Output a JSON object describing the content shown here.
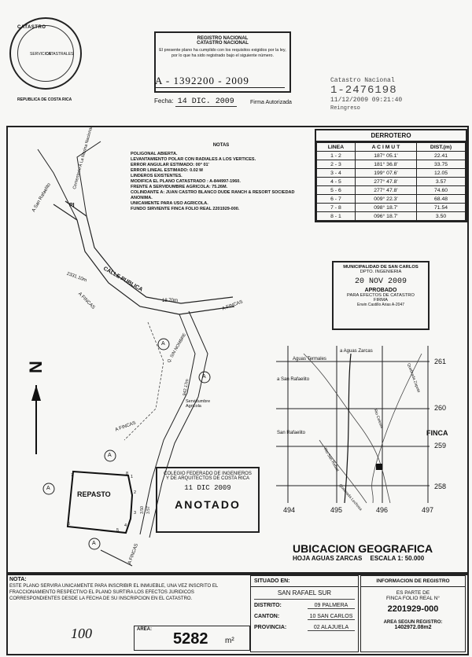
{
  "seal": {
    "top_text": "CATASTRO",
    "services": "SERVICIOS",
    "catastrales": "CATASTRALES",
    "bottom_text": "REPUBLICA DE COSTA RICA"
  },
  "registro": {
    "title1": "REGISTRO NACIONAL",
    "title2": "CATASTRO NACIONAL",
    "body": "El presente plano ha cumplido con los requisitos exigidos por la ley, por lo que ha sido registrado bajo el siguiente número.",
    "number": "A - 1392200 - 2009",
    "fecha_label": "Fecha:",
    "fecha": "14 DIC. 2009",
    "firma": "Firma Autorizada"
  },
  "catastro_stamp": {
    "line1": "Catastro Nacional",
    "line2": "1-2476198",
    "line3": "11/12/2009 09:21:40",
    "line4": "Reingreso"
  },
  "notas": {
    "header": "NOTAS",
    "items": [
      "POLIGONAL ABIERTA.",
      "LEVANTAMIENTO POLAR CON RADIALES A LOS VERTICES.",
      "ERROR ANGULAR ESTIMADO: 00° 01'",
      "ERROR LINEAL ESTIMADO: 0.02 m",
      "LINDEROS EXISTENTES.",
      "MODIFICA EL PLANO CATASTRADO : A-844997-1960.",
      "FRENTE A SERVIDUMBRE AGRICOLA: 75.26m.",
      "COLINDANTE A: JUAN CASTRO BLANCO DUDE RANCH & RESORT SOCIEDAD ANONIMA.",
      "UNICAMENTE PARA USO AGRICOLA.",
      "FUNDO SIRVIENTE FINCA FOLIO REAL 2201929-000."
    ]
  },
  "derrotero": {
    "title": "DERROTERO",
    "headers": [
      "LINEA",
      "A C I M U T",
      "DIST.(m)"
    ],
    "rows": [
      [
        "1 - 2",
        "187° 05.1'",
        "22.41"
      ],
      [
        "2 - 3",
        "181° 36.8'",
        "33.75"
      ],
      [
        "3 - 4",
        "199° 07.6'",
        "12.05"
      ],
      [
        "4 - 5",
        "277° 47.8'",
        "3.57"
      ],
      [
        "5 - 6",
        "277° 47.8'",
        "74.60"
      ],
      [
        "6 - 7",
        "009° 22.3'",
        "68.48"
      ],
      [
        "7 - 8",
        "098° 18.7'",
        "71.54"
      ],
      [
        "8 - 1",
        "096° 18.7'",
        "3.50"
      ]
    ]
  },
  "muni": {
    "line1": "MUNICIPALIDAD DE SAN CARLOS",
    "line2": "DPTO. INGENIERIA",
    "date": "20 NOV 2009",
    "approved": "APROBADO",
    "line3": "PARA EFECTOS DE CATASTRO",
    "firma": "FIRMA",
    "engineer": "Erwin Castillo Arias A-2047"
  },
  "map_labels": {
    "a_san_rafaelito": "A San Rafaelito",
    "cementerio": "Cementerio A La Marina Nacional",
    "pi": "PI",
    "calle_publica": "CALLE PUBLICA",
    "dist_left": "2331.10m",
    "dist_right": "18.70m",
    "a_fincas_1": "A FINCAS",
    "a_fincas_2": "A FINCAS",
    "a_fincas_3": "A FINCAS",
    "a_fincas_4": "A FINCAS",
    "q_sin_nombre": "Q. SIN NOMBRE",
    "dist_serv": "942.17m",
    "servidumbre": "Servidumbre Agricola",
    "repasto": "REPASTO",
    "circle_a": "A",
    "v1": "1",
    "v2": "2",
    "v3": "3",
    "v4": "4",
    "v5": "5",
    "v6": "6",
    "v7": "7",
    "v8": "8",
    "dim1": "3.50",
    "dim2": "3.57",
    "north": "N"
  },
  "colegio": {
    "line1": "COLEGIO FEDERADO DE INGENIEROS",
    "line2": "Y DE ARQUITECTOS DE COSTA RICA",
    "date": "11 DIC 2009",
    "stamp": "ANOTADO"
  },
  "location_map": {
    "a_aguas_zarcas": "a Aguas Zarcas",
    "aguas_termales": "Aguas Termales",
    "a_san_rafaelito": "a San Rafaelito",
    "quebrada_zapote": "Quebrada Zapote",
    "san_rafaelito": "San Rafaelito",
    "rio_celeste": "Rio Celeste",
    "finca": "FINCA",
    "rio_san_rafael": "Rio San Rafael",
    "quebrada_lechosa": "Quebrada Lechosa",
    "y_labels": [
      "261",
      "260",
      "259",
      "258"
    ],
    "x_labels": [
      "494",
      "495",
      "496",
      "497"
    ]
  },
  "ubicacion": {
    "title": "UBICACION GEOGRAFICA",
    "hoja": "HOJA AGUAS ZARCAS",
    "escala": "ESCALA 1: 50.000"
  },
  "nota": {
    "label": "NOTA:",
    "text": "ESTE PLANO SERVIRA UNICAMENTE PARA INSCRIBIR EL INMUEBLE, UNA VEZ INSCRITO EL FRACCIONAMIENTO RESPECTIVO EL PLANO SURTIRA LOS EFECTOS JURIDICOS CORRESPONDIENTES DESDE LA FECHA DE SU INSCRIPCION EN EL CATASTRO."
  },
  "area": {
    "label": "AREA:",
    "value": "5282",
    "unit": "m²",
    "signature": "100"
  },
  "situado": {
    "header": "SITUADO EN:",
    "place": "SAN RAFAEL SUR",
    "distrito_label": "DISTRITO:",
    "distrito": "09 PALMERA",
    "canton_label": "CANTON:",
    "canton": "10 SAN CARLOS",
    "provincia_label": "PROVINCIA:",
    "provincia": "02 ALAJUELA"
  },
  "inscripcion": {
    "header": "INFORMACION DE REGISTRO",
    "line1": "ES PARTE DE",
    "line2": "FINCA FOLIO REAL N°",
    "folio": "2201929-000",
    "area_label": "AREA SEGUN REGISTRO:",
    "area_value": "1402972.08m2"
  }
}
